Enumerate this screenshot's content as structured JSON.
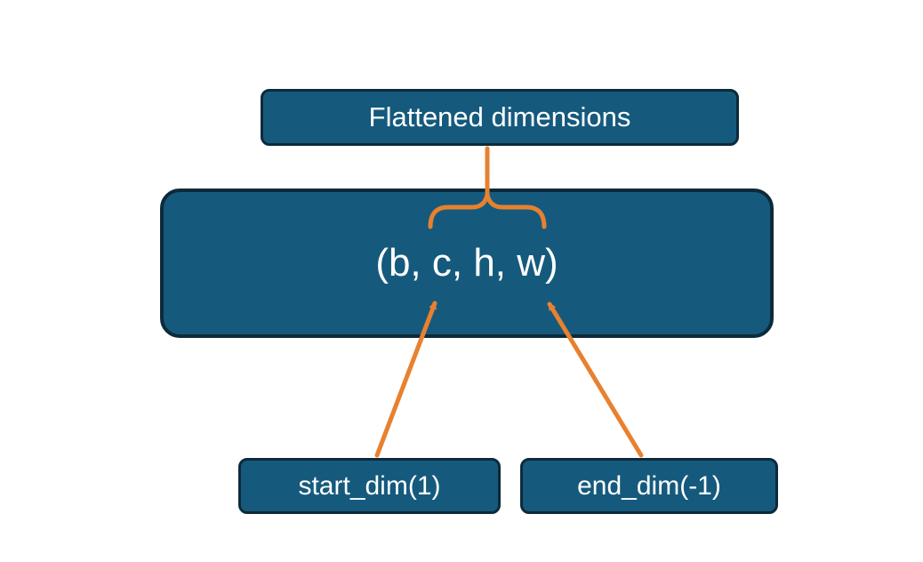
{
  "diagram": {
    "boxes": {
      "flattened": {
        "label": "Flattened dimensions"
      },
      "tuple": {
        "label": "(b, c, h, w)"
      },
      "start_dim": {
        "label": "start_dim(1)"
      },
      "end_dim": {
        "label": "end_dim(-1)"
      }
    },
    "connectors": {
      "brace": "flattened-dimensions-brace",
      "start_arrow": "points from start_dim(1) to dimension c",
      "end_arrow": "points from end_dim(-1) to dimension w"
    },
    "colors": {
      "box_fill": "#155a7d",
      "box_border": "#0d2a3a",
      "accent_orange": "#e8812f",
      "text": "#ffffff",
      "background": "#ffffff"
    }
  }
}
